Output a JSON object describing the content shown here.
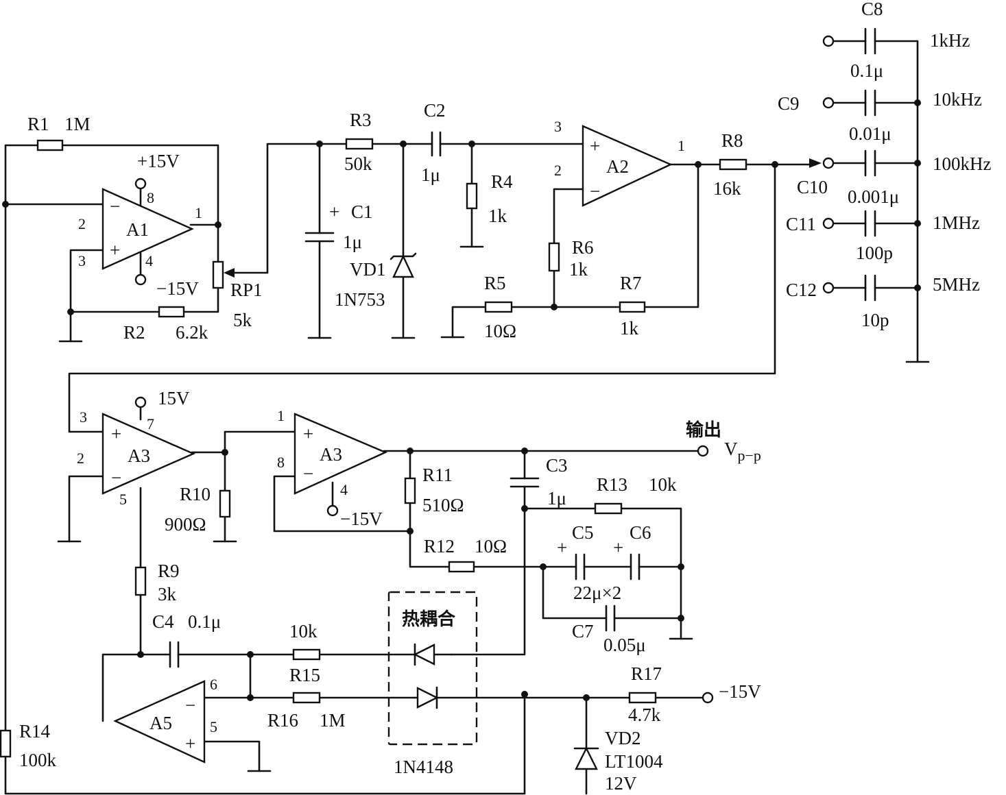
{
  "r1": {
    "name": "R1",
    "value": "1M"
  },
  "r2": {
    "name": "R2",
    "value": "6.2k"
  },
  "rp1": {
    "name": "RP1",
    "value": "5k"
  },
  "r3": {
    "name": "R3",
    "value": "50k"
  },
  "c1": {
    "name": "C1",
    "value": "1μ",
    "polarity": "+"
  },
  "vd1": {
    "name": "VD1",
    "part": "1N753"
  },
  "c2": {
    "name": "C2",
    "value": "1μ"
  },
  "r4": {
    "name": "R4",
    "value": "1k"
  },
  "r5": {
    "name": "R5",
    "value": "10Ω"
  },
  "r6": {
    "name": "R6",
    "value": "1k"
  },
  "r7": {
    "name": "R7",
    "value": "1k"
  },
  "r8": {
    "name": "R8",
    "value": "16k"
  },
  "a1": {
    "name": "A1",
    "supply_pos": "+15V",
    "supply_neg": "−15V",
    "pins": {
      "inv": "2",
      "noninv": "3",
      "out": "1",
      "vpos": "8",
      "vneg": "4"
    }
  },
  "a2": {
    "name": "A2",
    "pins": {
      "noninv": "3",
      "inv": "2",
      "out": "1"
    }
  },
  "caps_bank": {
    "c8": {
      "name": "C8",
      "value": "0.1μ",
      "freq": "1kHz"
    },
    "c9": {
      "name": "C9",
      "value": "0.01μ",
      "freq": "10kHz"
    },
    "c10": {
      "name": "C10",
      "value": "0.001μ",
      "freq": "100kHz"
    },
    "c11": {
      "name": "C11",
      "value": "100p",
      "freq": "1MHz"
    },
    "c12": {
      "name": "C12",
      "value": "10p",
      "freq": "5MHz"
    }
  },
  "a3a": {
    "name": "A3",
    "supply": "15V",
    "pins": {
      "noninv": "3",
      "inv": "2",
      "vpos": "7",
      "bottom": "5"
    }
  },
  "a3b": {
    "name": "A3",
    "supply_neg": "−15V",
    "pins": {
      "noninv": "1",
      "inv": "8",
      "vneg": "4"
    }
  },
  "r10": {
    "name": "R10",
    "value": "900Ω"
  },
  "r11": {
    "name": "R11",
    "value": "510Ω"
  },
  "r12": {
    "name": "R12",
    "value": "10Ω"
  },
  "r13": {
    "name": "R13",
    "value": "10k"
  },
  "c3": {
    "name": "C3",
    "value": "1μ"
  },
  "c5": {
    "name": "C5"
  },
  "c6": {
    "name": "C6"
  },
  "c56_value": "22μ×2",
  "plus": "+",
  "c7": {
    "name": "C7",
    "value": "0.05μ"
  },
  "output": {
    "label": "输出",
    "signal": "V",
    "subscript": "p−p"
  },
  "r9": {
    "name": "R9",
    "value": "3k"
  },
  "c4": {
    "name": "C4",
    "value": "0.1μ"
  },
  "r15": {
    "name": "R15",
    "value": "10k"
  },
  "r16": {
    "name": "R16",
    "value": "1M"
  },
  "thermal": {
    "label": "热耦合",
    "part": "1N4148"
  },
  "r17": {
    "name": "R17",
    "value": "4.7k"
  },
  "vd2": {
    "name": "VD2",
    "part": "LT1004",
    "voltage": "12V"
  },
  "neg_supply": "−15V",
  "r14": {
    "name": "R14",
    "value": "100k"
  },
  "a5": {
    "name": "A5",
    "pins": {
      "inv": "6",
      "noninv": "5"
    }
  },
  "sign": {
    "plus": "+",
    "minus": "−"
  }
}
